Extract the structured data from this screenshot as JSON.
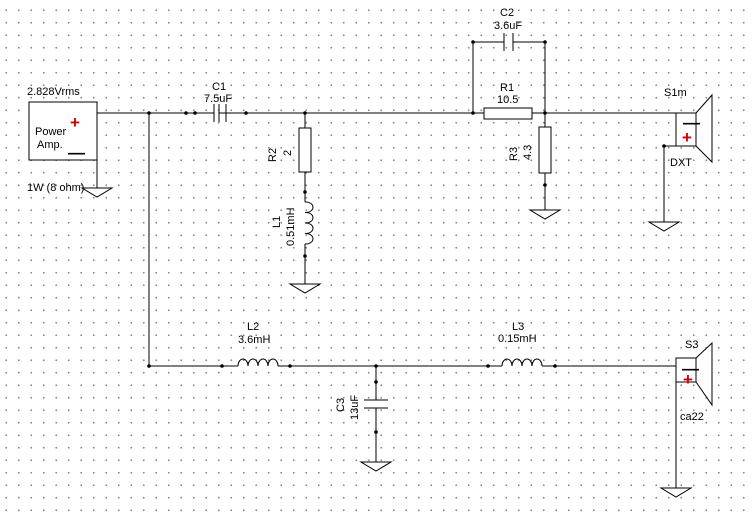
{
  "source": {
    "voltage": "2.828Vrms",
    "name_line1": "Power",
    "name_line2": "Amp.",
    "power": "1W (8 ohm)",
    "plus": "+",
    "minus": "—"
  },
  "components": {
    "C1": {
      "ref": "C1",
      "value": "7.5uF"
    },
    "C2": {
      "ref": "C2",
      "value": "3.6uF"
    },
    "R1": {
      "ref": "R1",
      "value": "10.5"
    },
    "R2": {
      "ref": "R2",
      "value": "2"
    },
    "R3": {
      "ref": "R3",
      "value": "4.3"
    },
    "L1": {
      "ref": "L1",
      "value": "0.51mH"
    },
    "L2": {
      "ref": "L2",
      "value": "3.6mH"
    },
    "L3": {
      "ref": "L3",
      "value": "0.15mH"
    },
    "C3": {
      "ref": "C3",
      "value": "13uF"
    }
  },
  "speakers": {
    "S1m": {
      "ref": "S1m",
      "model": "DXT",
      "plus": "+",
      "minus": "—"
    },
    "S3": {
      "ref": "S3",
      "model": "ca22",
      "plus": "+",
      "minus": "—"
    }
  },
  "colors": {
    "polarity_plus": "#d40000",
    "wire": "#000000"
  }
}
